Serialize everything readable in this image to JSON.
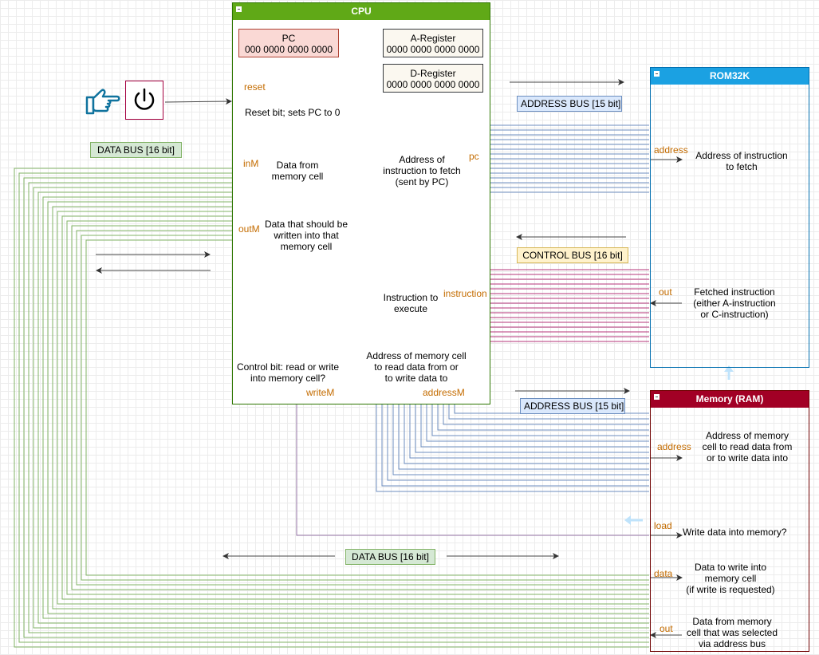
{
  "cpu": {
    "title": "CPU",
    "pc": {
      "name": "PC",
      "value": "000 0000 0000 0000"
    },
    "a_register": {
      "name": "A-Register",
      "value": "0000 0000 0000 0000"
    },
    "d_register": {
      "name": "D-Register",
      "value": "0000 0000 0000 0000"
    },
    "ports": {
      "reset": "reset",
      "inM": "inM",
      "outM": "outM",
      "pc": "pc",
      "instruction": "instruction",
      "writeM": "writeM",
      "addressM": "addressM"
    },
    "descriptions": {
      "reset": "Reset bit; sets PC to 0",
      "inM": [
        "Data from",
        "memory cell"
      ],
      "outM": [
        "Data that should be",
        "written into that",
        "memory cell"
      ],
      "pc": [
        "Address of",
        "instruction to fetch",
        "(sent by PC)"
      ],
      "instruction": [
        "Instruction to",
        "execute"
      ],
      "writeM": [
        "Control bit: read or write",
        "into memory cell?"
      ],
      "addressM": [
        "Address of memory cell",
        "to read data from or",
        "to write data to"
      ]
    }
  },
  "rom": {
    "title": "ROM32K",
    "ports": {
      "address": "address",
      "out": "out"
    },
    "descriptions": {
      "address": [
        "Address of instruction",
        "to fetch"
      ],
      "out": [
        "Fetched instruction",
        "(either A-instruction",
        "or C-instruction)"
      ]
    }
  },
  "ram": {
    "title": "Memory (RAM)",
    "ports": {
      "address": "address",
      "load": "load",
      "data": "data",
      "out": "out"
    },
    "descriptions": {
      "address": [
        "Address of memory",
        "cell to read data from",
        "or to write data into"
      ],
      "load": "Write data into memory?",
      "data": [
        "Data to write into",
        "memory cell",
        "(if write is requested)"
      ],
      "out": [
        "Data from memory",
        "cell that was selected",
        "via address bus"
      ]
    }
  },
  "buses": {
    "data_bus_top": "DATA BUS [16 bit]",
    "address_bus_rom": "ADDRESS BUS [15 bit]",
    "control_bus": "CONTROL BUS [16 bit]",
    "address_bus_ram": "ADDRESS BUS [15 bit]",
    "data_bus_bottom": "DATA BUS [16 bit]"
  },
  "colors": {
    "cpu_header": "#60a917",
    "cpu_border": "#2d7600",
    "rom_header": "#1ba1e2",
    "rom_border": "#006eaf",
    "ram_header": "#a20025",
    "ram_border": "#6f0000",
    "data_wire": "#82b366",
    "address_wire": "#6c8ebf",
    "control_wire": "#b5347a",
    "load_wire": "#9673a6",
    "port_label": "#c46c00"
  },
  "icons": {
    "pointer": "hand-pointing-right-icon",
    "power": "power-button-icon"
  }
}
